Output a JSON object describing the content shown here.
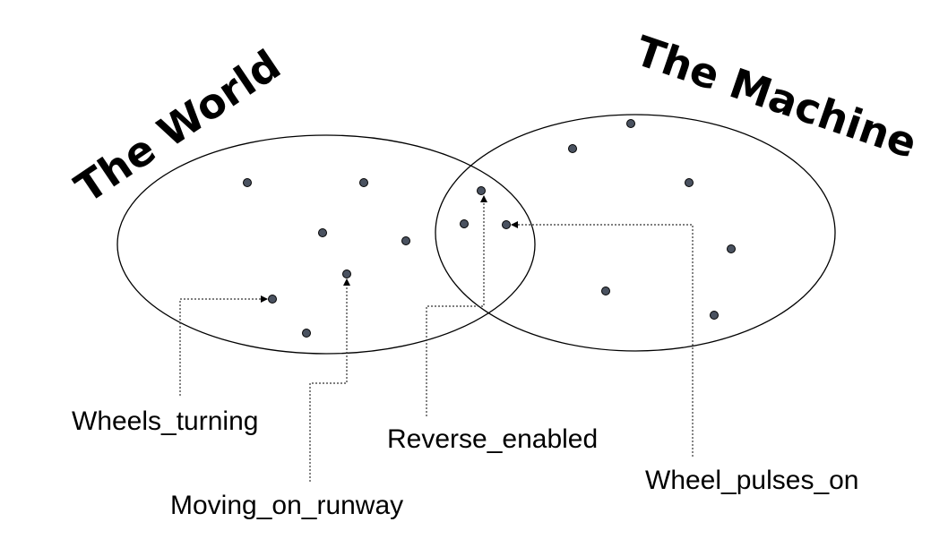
{
  "sets": {
    "world": {
      "title": "The World"
    },
    "machine": {
      "title": "The Machine"
    }
  },
  "phenomena": [
    {
      "label": "Wheels_turning"
    },
    {
      "label": "Moving_on_runway"
    },
    {
      "label": "Reverse_enabled"
    },
    {
      "label": "Wheel_pulses_on"
    }
  ],
  "colors": {
    "line": "#000000",
    "point_fill": "#4a5260",
    "leader": "#333333"
  }
}
